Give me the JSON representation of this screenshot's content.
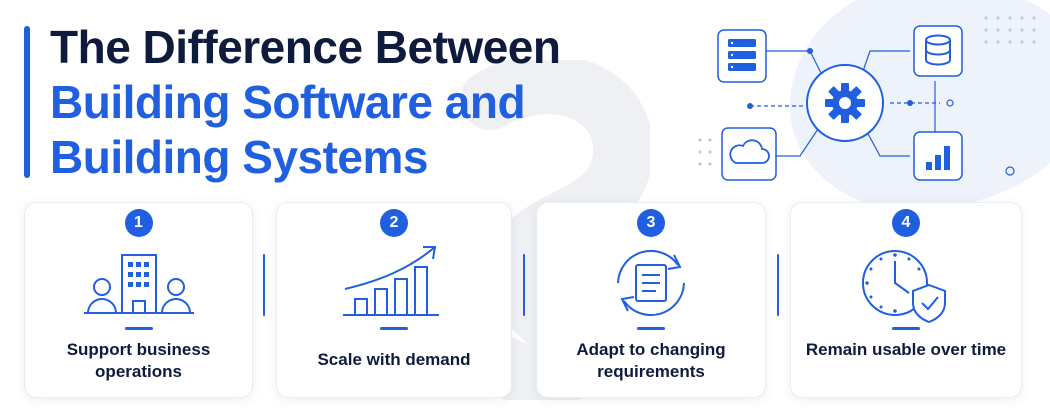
{
  "title": {
    "line1": "The Difference Between",
    "line2": "Building Software and",
    "line3": "Building Systems"
  },
  "colors": {
    "accent": "#1f5fe0",
    "dark_text": "#0f1b3d",
    "background": "#ffffff"
  },
  "diagram": {
    "nodes": [
      "server-icon",
      "database-icon",
      "gear-icon",
      "cloud-icon",
      "bar-chart-icon"
    ]
  },
  "cards": [
    {
      "number": "1",
      "label": "Support business operations",
      "icon": "office-building-people-icon"
    },
    {
      "number": "2",
      "label": "Scale with demand",
      "icon": "growth-chart-icon"
    },
    {
      "number": "3",
      "label": "Adapt to changing requirements",
      "icon": "document-cycle-icon"
    },
    {
      "number": "4",
      "label": "Remain usable over time",
      "icon": "clock-shield-icon"
    }
  ]
}
